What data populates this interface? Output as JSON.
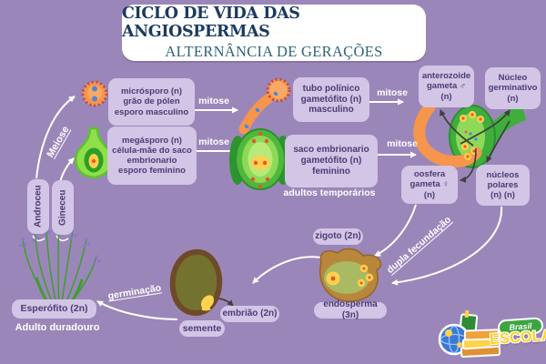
{
  "title": {
    "main": "CICLO DE VIDA DAS ANGIOSPERMAS",
    "subtitle": "ALTERNÂNCIA DE GERAÇÕES"
  },
  "cycle": {
    "boxes": {
      "microsporo": "micrósporo (n)\ngrão de pólen\nesporo masculino",
      "megasporo": "megásporo (n)\ncélula-mãe do saco\nembrionario\nesporo feminino",
      "tubo_polinico": "tubo polínico\ngametófito (n)\nmasculino",
      "saco_embrionario": "saco embrionario\ngametófito (n)\nfeminino",
      "anterozoide": "anterozoide\ngameta ♂\n(n)",
      "nucleo_germinativo": "Núcleo\ngerminativo\n(n)",
      "oosfera": "oosfera\ngameta ♀\n(n)",
      "nucleos_polares": "núcleos\npolares\n(n) (n)",
      "zigoto": "zigoto (2n)",
      "endosperma": "endosperma (3n)",
      "embriao": "embrião (2n)",
      "semente": "semente",
      "esperofito": "Esperófito (2n)",
      "androceu": "Androceu",
      "gineceu": "Gineceu"
    },
    "labels": {
      "mitose": "mitose",
      "meiose": "Meiose",
      "germinacao": "germinação",
      "dupla_fecundacao": "dupla fecundação",
      "adultos_temporarios": "adultos temporários",
      "adulto_duradouro": "Adulto duradouro"
    }
  },
  "logo": {
    "brand_top": "Brasil",
    "brand_bottom": "ESCOLA"
  },
  "colors": {
    "background": "#9b86b9",
    "box_fill": "#d2c5e6",
    "box_text": "#4c3b73",
    "title_main": "#1c3a5f",
    "title_subtitle": "#2f6377",
    "arrow_white": "#ffffff",
    "arrow_dark": "#3f3f3f",
    "pollen_orange": "#f6954c",
    "leaf_green": "#3fae3c",
    "seed_brown": "#b8873c",
    "logo_green": "#3da53f",
    "logo_yellow": "#ffd226"
  }
}
